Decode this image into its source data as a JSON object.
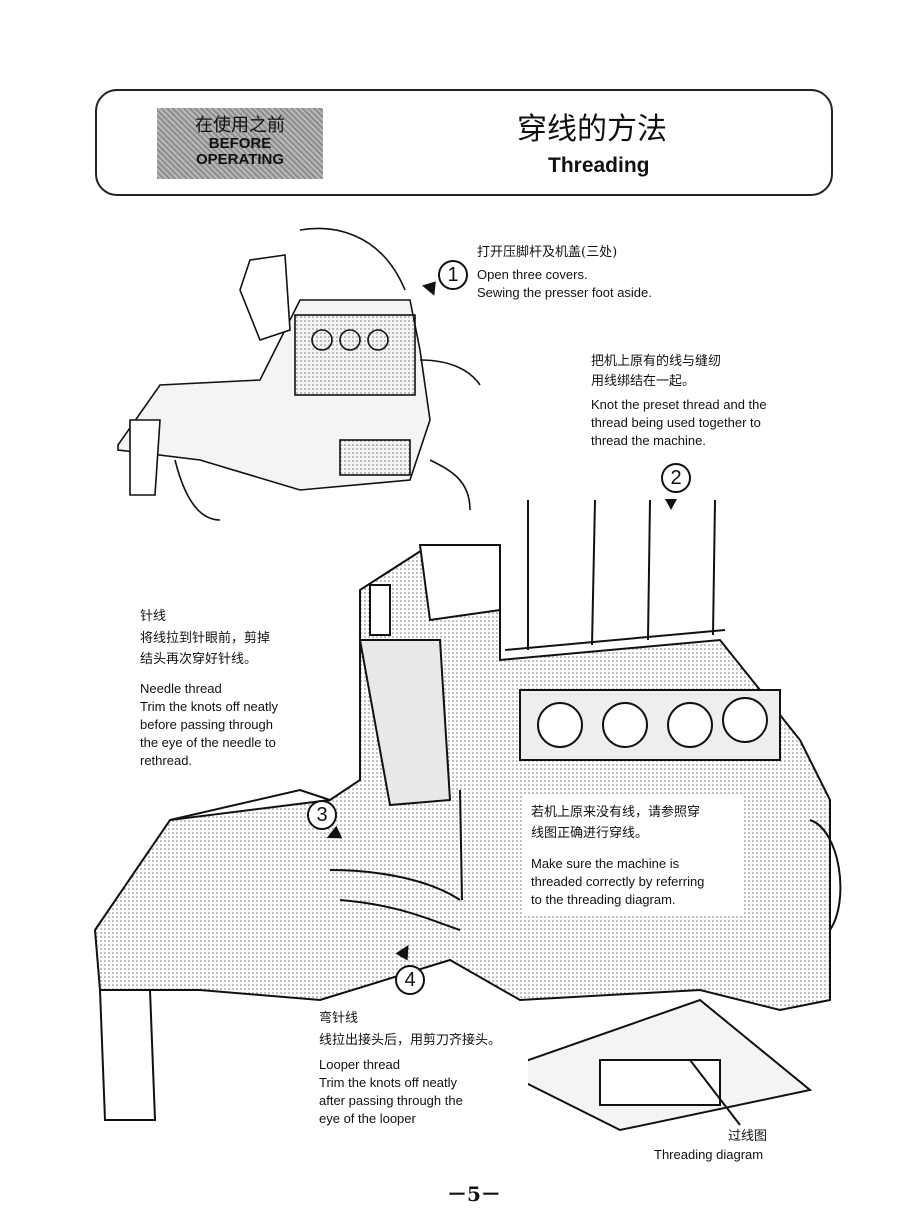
{
  "header": {
    "badge_cn": "在使用之前",
    "badge_en_1": "BEFORE",
    "badge_en_2": "OPERATING",
    "title_cn": "穿线的方法",
    "title_en": "Threading"
  },
  "steps": {
    "step1": {
      "number": "1",
      "cn": "打开压脚杆及机盖(三处)",
      "en_1": "Open three covers.",
      "en_2": "Sewing the presser foot aside."
    },
    "step2": {
      "number": "2",
      "cn_1": "把机上原有的线与缝纫",
      "cn_2": "用线绑结在一起。",
      "en_1": "Knot the preset thread and the",
      "en_2": "thread being used together to",
      "en_3": "thread the machine."
    },
    "step3": {
      "number": "3",
      "cn_1": "针线",
      "cn_2": "将线拉到针眼前，剪掉",
      "cn_3": "结头再次穿好针线。",
      "en_1": "Needle thread",
      "en_2": "Trim the knots off neatly",
      "en_3": "before passing through",
      "en_4": "the eye of the needle to",
      "en_5": "rethread."
    },
    "step4": {
      "number": "4",
      "cn_1": "弯针线",
      "cn_2": "线拉出接头后，用剪刀齐接头。",
      "en_1": "Looper thread",
      "en_2": "Trim the knots off neatly",
      "en_3": "after passing through the",
      "en_4": "eye of the looper"
    }
  },
  "note": {
    "cn_1": "若机上原来没有线，请参照穿",
    "cn_2": "线图正确进行穿线。",
    "en_1": "Make sure  the machine is",
    "en_2": "threaded correctly by referring",
    "en_3": "to the threading diagram."
  },
  "diagram_label": {
    "cn": "过线图",
    "en": "Threading diagram"
  },
  "page_number": "－5－"
}
